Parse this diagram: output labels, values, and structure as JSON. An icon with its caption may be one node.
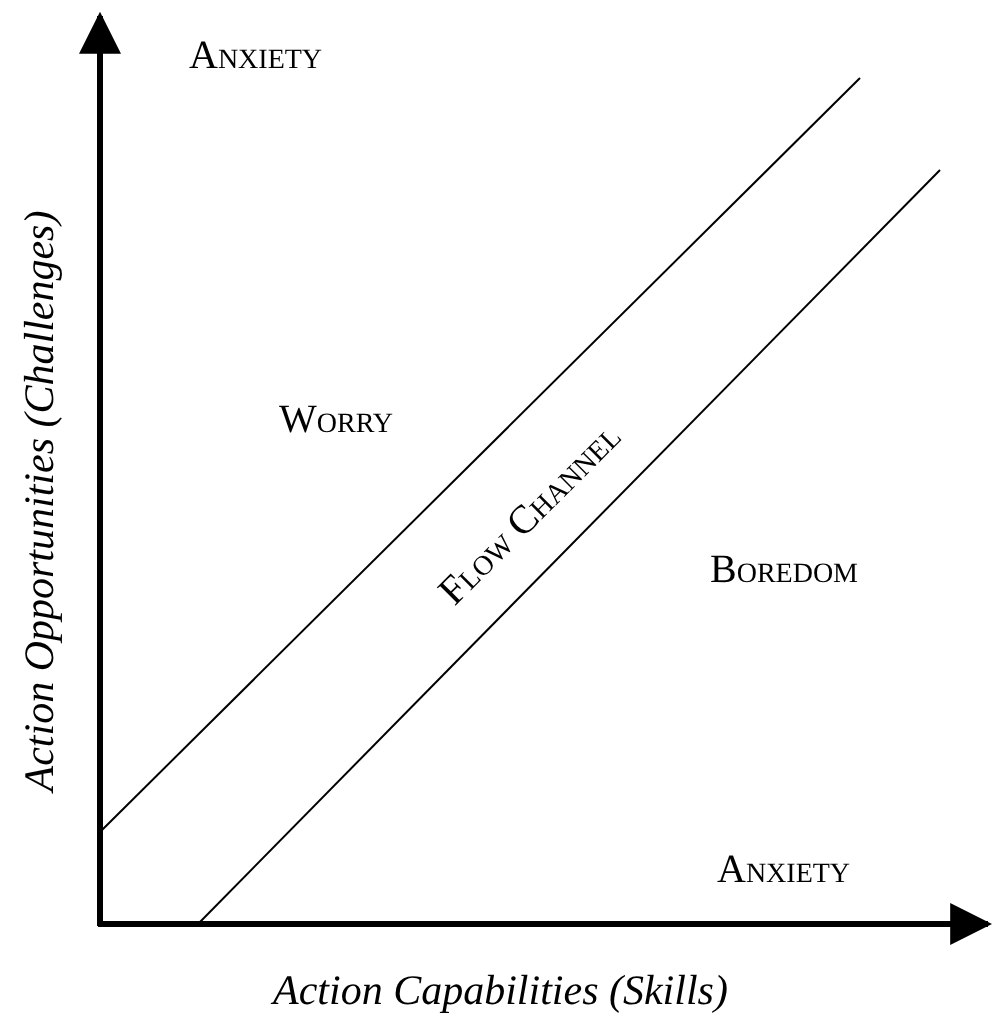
{
  "diagram": {
    "labels": [
      "Anxiety",
      "Worry",
      "Flow Channel",
      "Boredom",
      "Anxiety",
      "Action Opportunities (Challenges)",
      "Action Capabilities (Skills)"
    ]
  }
}
